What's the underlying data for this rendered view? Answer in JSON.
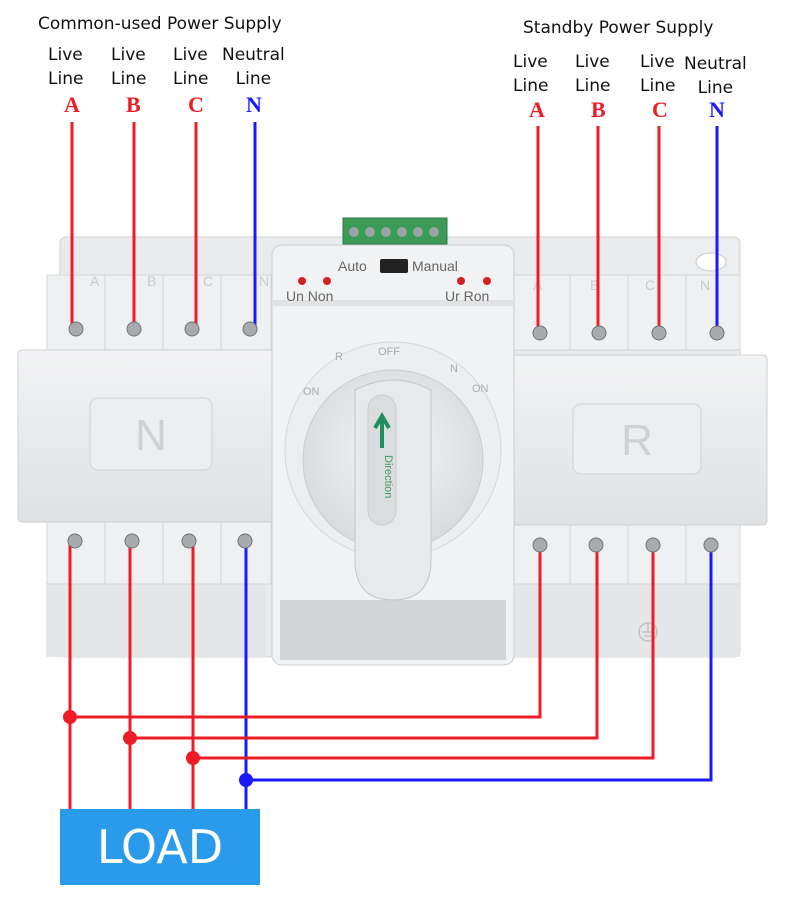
{
  "common_supply": {
    "title": "Common-used Power Supply",
    "lines": [
      {
        "label": "Live\nLine",
        "phase": "A"
      },
      {
        "label": "Live\nLine",
        "phase": "B"
      },
      {
        "label": "Live\nLine",
        "phase": "C"
      },
      {
        "label": "Neutral\nLine",
        "phase": "N"
      }
    ]
  },
  "standby_supply": {
    "title": "Standby Power Supply",
    "lines": [
      {
        "label": "Live\nLine",
        "phase": "A"
      },
      {
        "label": "Live\nLine",
        "phase": "B"
      },
      {
        "label": "Live\nLine",
        "phase": "C"
      },
      {
        "label": "Neutral\nLine",
        "phase": "N"
      }
    ]
  },
  "device": {
    "left_block_label": "N",
    "right_block_label": "R",
    "mode_auto": "Auto",
    "mode_manual": "Manual",
    "indicator_left": "Un Non",
    "indicator_right": "Ur Ron",
    "knob_label": "Direction",
    "dial_left_on": "ON",
    "dial_off": "OFF",
    "dial_r": "R",
    "dial_n": "N",
    "dial_right_on": "ON",
    "terminal_letters_top": [
      "A",
      "B",
      "C",
      "N",
      "A",
      "B",
      "C",
      "N"
    ]
  },
  "load_label": "LOAD",
  "colors": {
    "live": "#ee1c24",
    "neutral": "#1a1aff",
    "load_box": "#2a9bea"
  }
}
